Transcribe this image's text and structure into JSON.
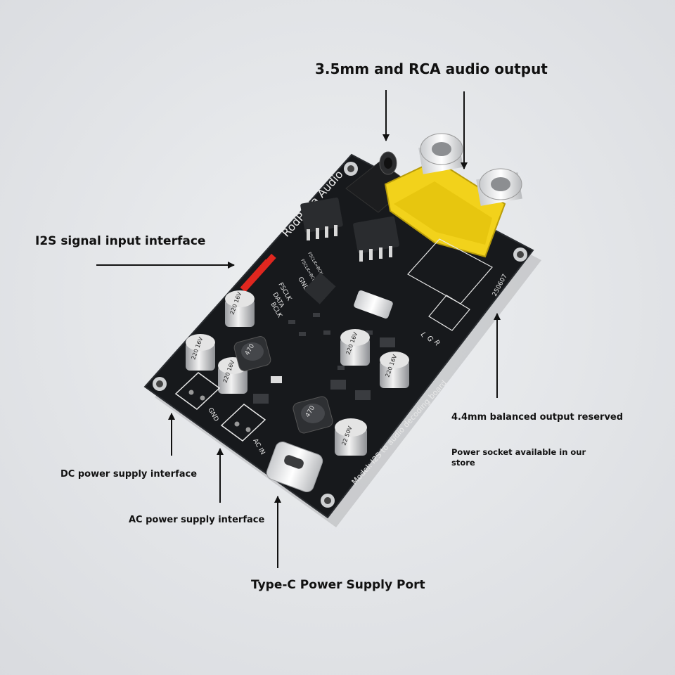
{
  "board": {
    "brand_text": "RodPeria Audio",
    "model_text": "Model: I2S to audio decoding board",
    "version_text": "250607",
    "pin_labels": [
      "BCLK",
      "FSCLK",
      "DATA",
      "GND"
    ],
    "jumper_labels": [
      "FSCLK=BCLK",
      "FSCLK=BCK"
    ],
    "output_labels": [
      "L",
      "G",
      "R"
    ],
    "power_labels": [
      "GND",
      "AC IN"
    ],
    "capacitor_texts": [
      "220 16V",
      "220 16V",
      "220 16V",
      "220 16V",
      "220 16V",
      "22 50V"
    ],
    "inductor_texts": [
      "470",
      "470"
    ],
    "colors": {
      "pcb": "#17191c",
      "rca": "#f2d21b",
      "jumper": "#e0271f",
      "background": "#e3e5e8"
    }
  },
  "callouts": {
    "audio_output": "3.5mm and RCA audio output",
    "i2s_input": "I2S signal input interface",
    "balanced_output": "4.4mm balanced output reserved",
    "power_socket_note": "Power socket available in our store",
    "dc_power": "DC power supply interface",
    "ac_power": "AC power supply interface",
    "typec_port": "Type-C Power Supply Port"
  }
}
